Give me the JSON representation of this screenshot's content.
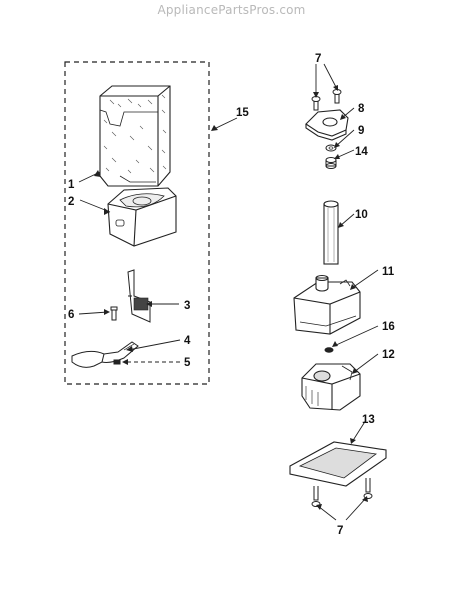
{
  "watermark": "AppliancePartsPros.com",
  "callouts": {
    "c1": "1",
    "c2": "2",
    "c3": "3",
    "c4": "4",
    "c5": "5",
    "c6": "6",
    "c7a": "7",
    "c7b": "7",
    "c8": "8",
    "c9": "9",
    "c10": "10",
    "c11": "11",
    "c12": "12",
    "c13": "13",
    "c14": "14",
    "c15": "15",
    "c16": "16"
  }
}
